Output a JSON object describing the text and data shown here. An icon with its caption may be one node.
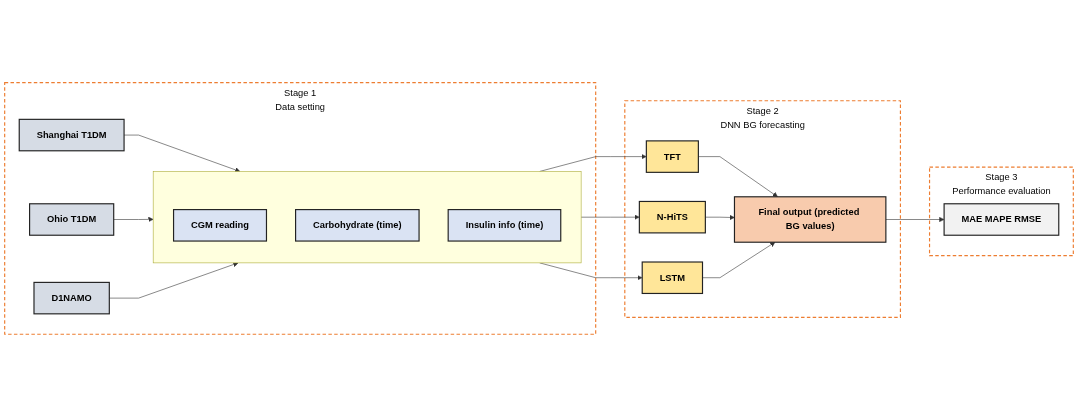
{
  "diagram": {
    "nodes": [
      {
        "text": [
          "Stage 1",
          "Data setting"
        ]
      },
      {
        "text": [
          "Shanghai T1DM"
        ],
        "in": 0
      },
      {
        "text": [
          "Ohio T1DM"
        ],
        "in": 0
      },
      {
        "text": [
          "D1NAMO"
        ],
        "in": 0
      },
      {
        "text": [],
        "shape": "box",
        "in": 0
      },
      {
        "text": [
          "CGM reading"
        ],
        "in": 4
      },
      {
        "text": [
          "Carbohydrate (time)"
        ],
        "in": 4
      },
      {
        "text": [
          "Insulin info (time)"
        ],
        "in": 4
      },
      {
        "text": [
          "Stage 2",
          "DNN BG forecasting"
        ]
      },
      {
        "text": [
          "TFT"
        ],
        "in": 8
      },
      {
        "text": [
          "N-HiTS"
        ],
        "in": 8
      },
      {
        "text": [
          "LSTM"
        ],
        "in": 8
      },
      {
        "text": [
          "Final output (predicted BG values)"
        ],
        "in": 8
      },
      {
        "text": [
          "Stage 3",
          "Performance evaluation"
        ]
      },
      {
        "text": [
          "MAE MAPE RMSE"
        ],
        "in": 13
      }
    ],
    "edges": [
      {
        "from": 1,
        "to": 4,
        "arrow": "to"
      },
      {
        "from": 2,
        "to": 4,
        "arrow": "to"
      },
      {
        "from": 3,
        "to": 4,
        "arrow": "to"
      },
      {
        "from": 4,
        "to": 9,
        "arrow": "to"
      },
      {
        "from": 4,
        "to": 10,
        "arrow": "to"
      },
      {
        "from": 4,
        "to": 11,
        "arrow": "to"
      },
      {
        "from": 9,
        "to": 12,
        "arrow": "to"
      },
      {
        "from": 10,
        "to": 12,
        "arrow": "to"
      },
      {
        "from": 11,
        "to": 12,
        "arrow": "to"
      },
      {
        "from": 12,
        "to": 14,
        "arrow": "to"
      }
    ]
  }
}
